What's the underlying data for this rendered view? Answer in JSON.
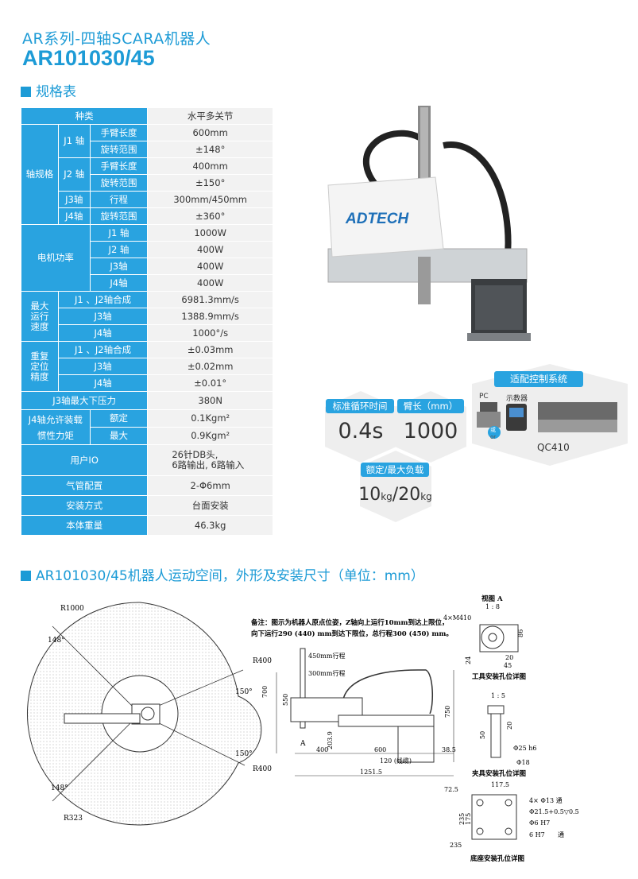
{
  "header": {
    "series": "AR系列-四轴SCARA机器人",
    "model": "AR101030/45",
    "spec_section": "规格表"
  },
  "spec": {
    "r_type": [
      "种类",
      "水平多关节"
    ],
    "axis_group": "轴规格",
    "j1": "J1 轴",
    "j2": "J2 轴",
    "j3": "J3轴",
    "j4": "J4轴",
    "arm_len": "手臂长度",
    "rot_range": "旋转范围",
    "stroke": "行程",
    "j1_len": "600mm",
    "j1_rot": "±148°",
    "j2_len": "400mm",
    "j2_rot": "±150°",
    "j3_stroke": "300mm/450mm",
    "j4_rot": "±360°",
    "motor_group": "电机功率",
    "m_j1": "J1 轴",
    "m_j2": "J2 轴",
    "m_j3": "J3轴",
    "m_j4": "J4轴",
    "m_j1_v": "1000W",
    "m_j2_v": "400W",
    "m_j3_v": "400W",
    "m_j4_v": "400W",
    "speed_group": [
      "最大",
      "运行",
      "速度"
    ],
    "s_j12": "J1 、J2轴合成",
    "s_j3": "J3轴",
    "s_j4": "J4轴",
    "s_j12_v": "6981.3mm/s",
    "s_j3_v": "1388.9mm/s",
    "s_j4_v": "1000°/s",
    "rep_group": [
      "重复",
      "定位",
      "精度"
    ],
    "r_j12": "J1 、J2轴合成",
    "r_j3": "J3轴",
    "r_j4": "J4轴",
    "r_j12_v": "±0.03mm",
    "r_j3_v": "±0.02mm",
    "r_j4_v": "±0.01°",
    "press": [
      "J3轴最大下压力",
      "380N"
    ],
    "inertia_group": [
      "J4轴允许装载",
      "惯性力矩"
    ],
    "rated": "额定",
    "max": "最大",
    "rated_v": "0.1Kgm²",
    "max_v": "0.9Kgm²",
    "io": [
      "用户IO",
      "26针DB头,",
      "6路输出, 6路输入"
    ],
    "air": [
      "气管配置",
      "2-Φ6mm"
    ],
    "install": [
      "安装方式",
      "台面安装"
    ],
    "weight": [
      "本体重量",
      "46.3kg"
    ]
  },
  "robot_logo": "ADTECH",
  "badges": {
    "cycle_label": "标准循环时间",
    "cycle_value": "0.4s",
    "arm_label": "臂长（mm）",
    "arm_value": "1000",
    "load_label": "额定/最大负载",
    "load_value_a": "10",
    "load_unit_a": "kg",
    "load_sep": "/",
    "load_value_b": "20",
    "load_unit_b": "kg",
    "ctrl_label": "适配控制系统",
    "ctrl_pc": "PC",
    "ctrl_pendant": "示教器",
    "ctrl_or": "或",
    "ctrl_or_en": "or",
    "ctrl_model": "QC410"
  },
  "section2": "AR101030/45机器人运动空间，外形及安装尺寸（单位：mm）",
  "drawing": {
    "r1000": "R1000",
    "r400a": "R400",
    "r400b": "R400",
    "r323": "R323",
    "a148a": "148°",
    "a148b": "148°",
    "a150a": "150°",
    "a150b": "150°",
    "note1": "备注：图示为机器人原点位姿，Z轴向上运行10mm到达上限位，",
    "note2": "向下运行290 (440) mm到达下限位，总行程300 (450) mm。",
    "st450": "450mm行程",
    "st300": "300mm行程",
    "d700": "700",
    "d550": "550",
    "d203": "203.9",
    "d750": "750",
    "d400": "400",
    "d600": "600",
    "d385": "38.5",
    "d120": "120 (线缆)",
    "d1251": "1251.5",
    "lblA": "A",
    "viewA": "视图 A",
    "scale18": "1 : 8",
    "m4": "4×M4",
    "m4d": "10",
    "d86": "86",
    "d24": "24",
    "d20": "20",
    "d45": "45",
    "tool_title": "工具安装孔位详图",
    "s15": "1 : 5",
    "d50": "50",
    "d20b": "20",
    "phi25": "Φ25 h6",
    "phi18": "Φ18",
    "fix_title": "夹具安装孔位详图",
    "d725": "72.5",
    "d1175": "117.5",
    "h4": "4× Φ13 通",
    "h21": "Φ21.5+0.5▽0.5",
    "h6": "Φ6 H7",
    "h6b": "6 H7",
    "tong": "通",
    "d235a": "235",
    "d175": "175",
    "d235b": "235",
    "base_title": "底座安装孔位详图"
  }
}
